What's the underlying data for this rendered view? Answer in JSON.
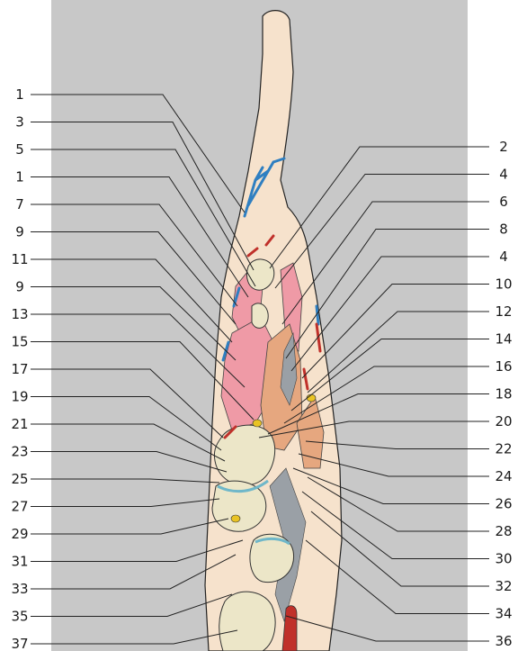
{
  "figure": {
    "left_labels": [
      "1",
      "3",
      "5",
      "1",
      "7",
      "9",
      "11",
      "9",
      "13",
      "15",
      "17",
      "19",
      "21",
      "23",
      "25",
      "27",
      "29",
      "31",
      "33",
      "35",
      "37"
    ],
    "right_labels": [
      "2",
      "4",
      "6",
      "8",
      "4",
      "10",
      "12",
      "14",
      "16",
      "18",
      "20",
      "22",
      "24",
      "26",
      "28",
      "30",
      "32",
      "34",
      "36"
    ],
    "colors": {
      "background_panel": "#c8c8c8",
      "skin": "#f6e2cc",
      "pink_muscle": "#ef9aa6",
      "orange_muscle": "#e6a77f",
      "bone": "#ece6c8",
      "vein": "#2f7fc1",
      "artery": "#c0302a",
      "nerve": "#e9c324",
      "cartilage": "#6fb7c9"
    }
  }
}
